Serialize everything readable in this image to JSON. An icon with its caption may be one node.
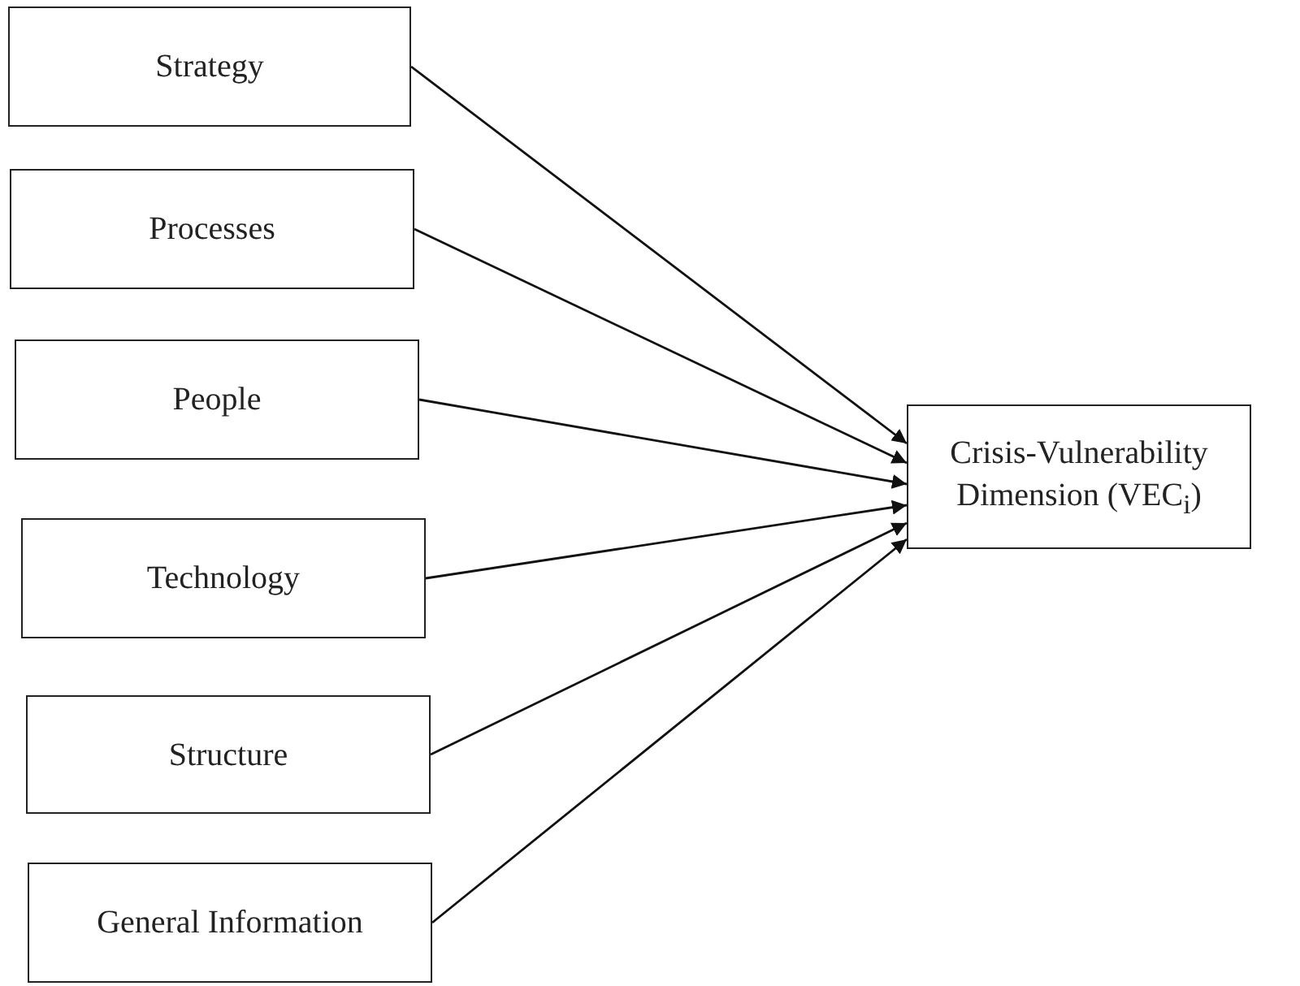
{
  "diagram": {
    "nodes": [
      {
        "text": [
          "Strategy"
        ]
      },
      {
        "text": [
          "Processes"
        ]
      },
      {
        "text": [
          "People"
        ]
      },
      {
        "text": [
          "Technology"
        ]
      },
      {
        "text": [
          "Structure"
        ]
      },
      {
        "text": [
          "General Information"
        ]
      },
      {
        "text": [
          "Crisis-Vulnerability Dimension (VEC$_{i}$)"
        ]
      }
    ],
    "edges": [
      {
        "from": 0,
        "to": 6,
        "arrow": "to"
      },
      {
        "from": 1,
        "to": 6,
        "arrow": "to"
      },
      {
        "from": 2,
        "to": 6,
        "arrow": "to"
      },
      {
        "from": 3,
        "to": 6,
        "arrow": "to"
      },
      {
        "from": 4,
        "to": 6,
        "arrow": "to"
      },
      {
        "from": 5,
        "to": 6,
        "arrow": "to"
      }
    ]
  }
}
